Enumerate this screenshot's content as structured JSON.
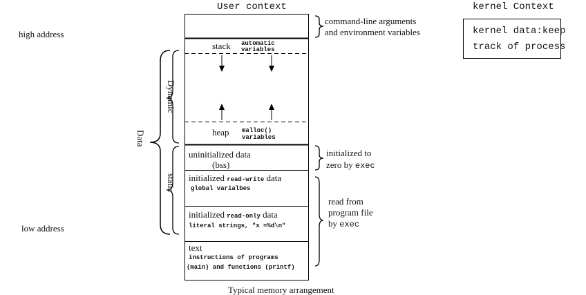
{
  "user_context_title": "User context",
  "kernel_context_title": "kernel Context",
  "kernel_box": {
    "line1": "kernel data:keep",
    "line2": "track of process"
  },
  "high_address": "high address",
  "low_address": "low address",
  "brace_labels": {
    "dynamic": "Dynamic",
    "data": "Data",
    "static": "static"
  },
  "segments": {
    "stack": {
      "label": "stack",
      "note_line1": "automatic",
      "note_line2": "variables"
    },
    "heap": {
      "label": "heap",
      "note_line1": "malloc()",
      "note_line2": "variables"
    },
    "bss": {
      "line1": "uninitialized  data",
      "line2": "(bss)"
    },
    "rw": {
      "prefix": "initialized",
      "mono": "read-write",
      "suffix": "data",
      "note": "global varialbes"
    },
    "ro": {
      "prefix": "initialized",
      "mono": "read-only",
      "suffix": "data",
      "note": "literal strings, \"x =%d\\n\""
    },
    "text": {
      "label": "text",
      "note_line1": "instructions of programs",
      "note_line2": "(main) and functions (printf)"
    }
  },
  "annotations": {
    "args_line1": "command-line arguments",
    "args_line2": "and environment variables",
    "bss_line1": "initialized to",
    "bss_line2_prefix": "zero by",
    "bss_line2_mono": "exec",
    "file_line1": "read from",
    "file_line2": "program file",
    "file_line3_prefix": "by",
    "file_line3_mono": "exec"
  },
  "caption": "Typical memory arrangement"
}
